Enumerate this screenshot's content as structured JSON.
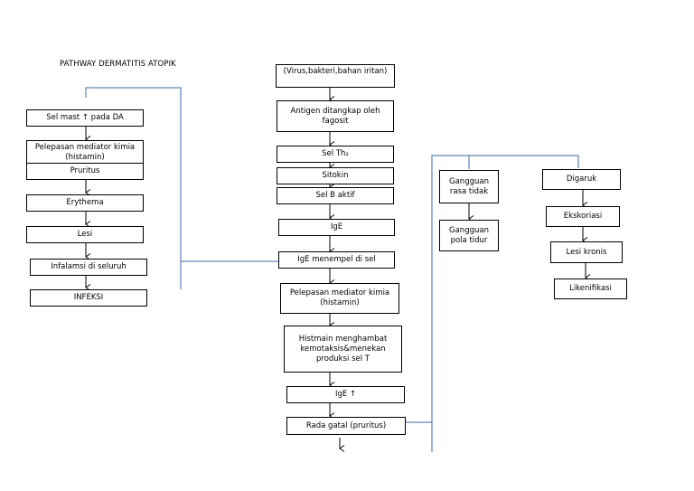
{
  "title": "PATHWAY DERMATITIS ATOPIK",
  "center": {
    "virus": "(Virus,bakteri,bahan iritan)",
    "antigen": "Antigen ditangkap oleh fagosit",
    "th2": "Sel Th₂",
    "sitokin": "Sitokin",
    "selb": "Sel B aktif",
    "ige": "IgE",
    "ige_menempel": "IgE menempel di sel",
    "pelepasan": "Pelepasan mediator kimia (histamin)",
    "histamin": "Histmain menghambat kemotaksis&menekan produksi sel T",
    "ige_up": "IgE ↑",
    "gatal": "Rada gatal (pruritus)"
  },
  "left": {
    "selmast": "Sel mast ↑ pada DA",
    "pelepasan": "Pelepasan mediator kimia (histamin)",
    "pruritus": "Pruritus",
    "erythema": "Erythema",
    "lesi": "Lesi",
    "inflamasi": "Infalamsi di seluruh",
    "infeksi": "INFEKSI"
  },
  "right_a": {
    "gangguan_rasa": "Gangguan rasa tidak",
    "gangguan_pola": "Gangguan pola tidur"
  },
  "right_b": {
    "digaruk": "Digaruk",
    "ekskoriasi": "Ekskoriasi",
    "lesi_kronis": "Lesi kronis",
    "likenifikasi": "Likenifikasi"
  },
  "colors": {
    "connector": "#3a6ea5",
    "arrow": "#000000"
  }
}
